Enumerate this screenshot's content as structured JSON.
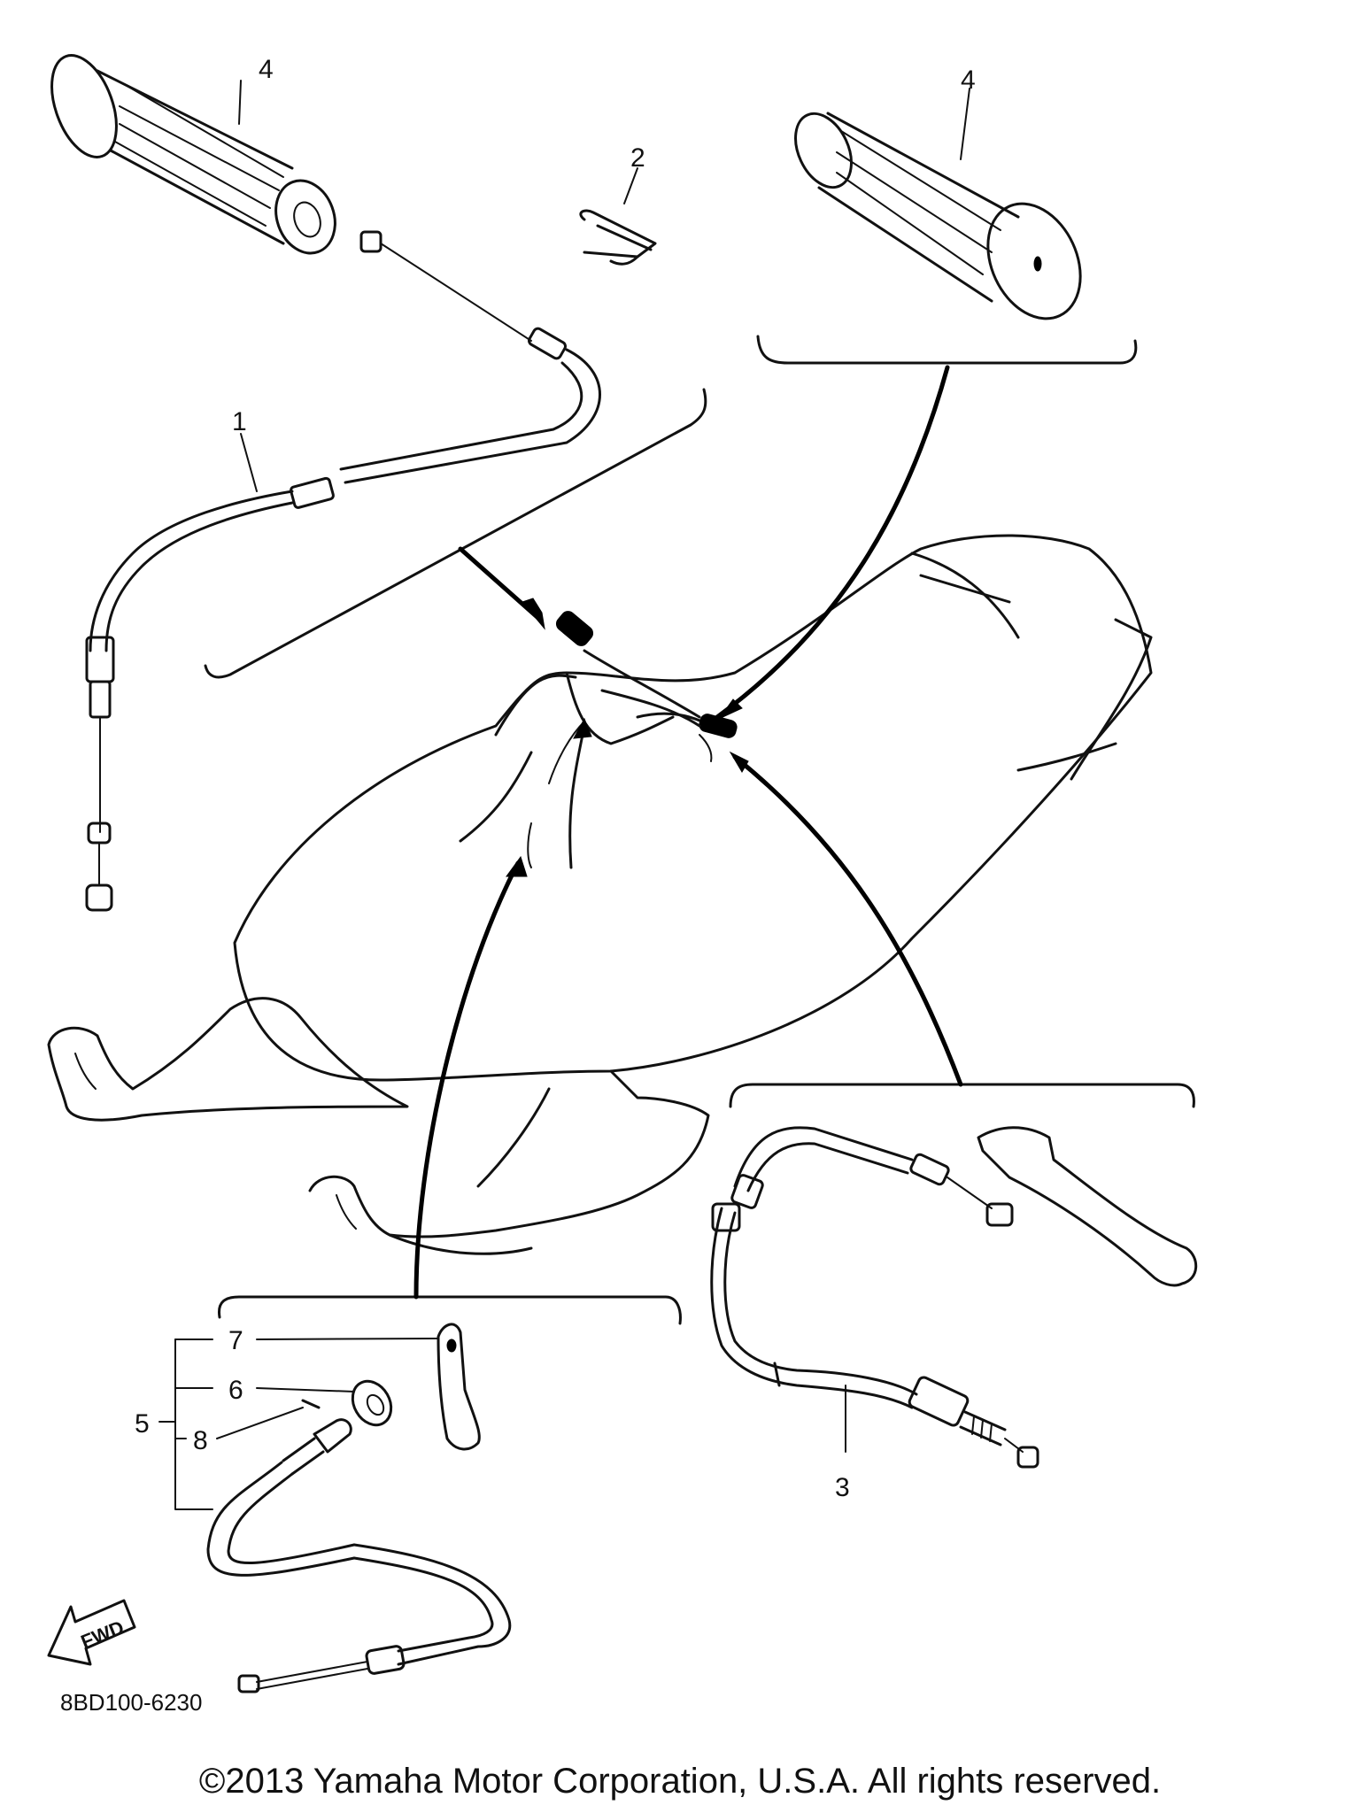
{
  "callouts": [
    "1",
    "2",
    "3",
    "4",
    "4",
    "5",
    "6",
    "7",
    "8"
  ],
  "fwd_label": "FWD",
  "diagram_code": "8BD100-6230",
  "copyright": "©2013 Yamaha Motor Corporation, U.S.A. All rights reserved."
}
